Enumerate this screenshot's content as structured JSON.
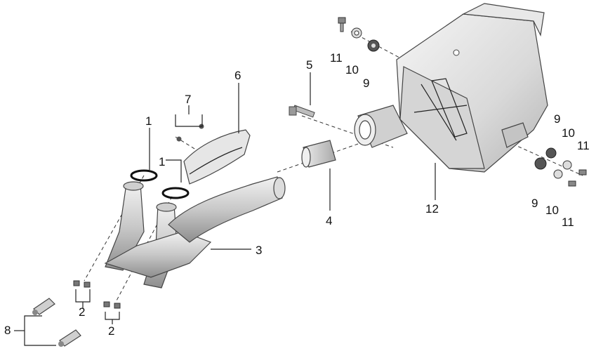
{
  "diagram": {
    "callouts": [
      {
        "id": "c1a",
        "label": "1"
      },
      {
        "id": "c1b",
        "label": "1"
      },
      {
        "id": "c2a",
        "label": "2"
      },
      {
        "id": "c2b",
        "label": "2"
      },
      {
        "id": "c3",
        "label": "3"
      },
      {
        "id": "c4",
        "label": "4"
      },
      {
        "id": "c5",
        "label": "5"
      },
      {
        "id": "c6",
        "label": "6"
      },
      {
        "id": "c7",
        "label": "7"
      },
      {
        "id": "c8",
        "label": "8"
      },
      {
        "id": "c9a",
        "label": "9"
      },
      {
        "id": "c9b",
        "label": "9"
      },
      {
        "id": "c9c",
        "label": "9"
      },
      {
        "id": "c10a",
        "label": "10"
      },
      {
        "id": "c10b",
        "label": "10"
      },
      {
        "id": "c10c",
        "label": "10"
      },
      {
        "id": "c11a",
        "label": "11"
      },
      {
        "id": "c11b",
        "label": "11"
      },
      {
        "id": "c11c",
        "label": "11"
      },
      {
        "id": "c12",
        "label": "12"
      }
    ]
  }
}
